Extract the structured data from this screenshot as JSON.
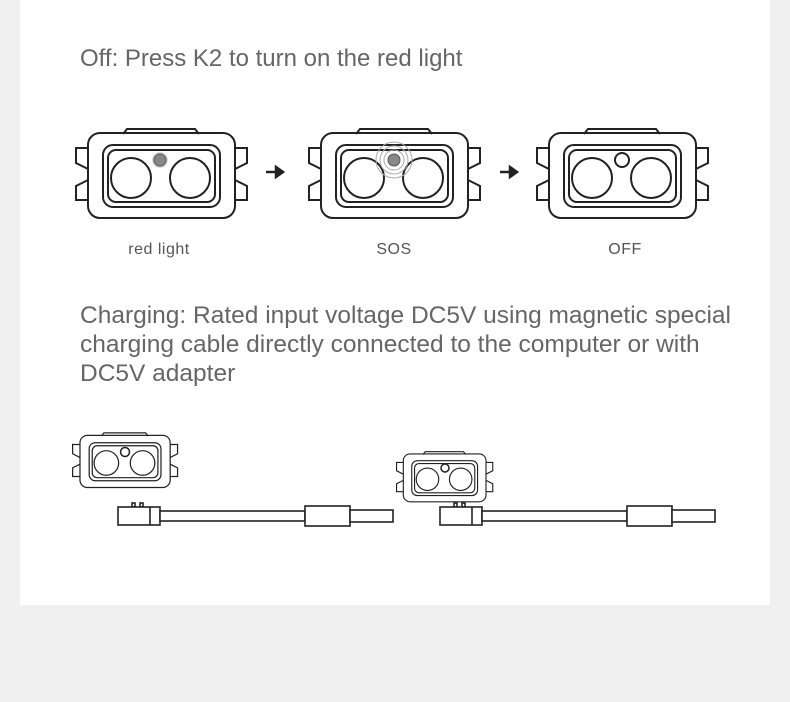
{
  "off_instruction": "Off: Press K2 to turn on the red light",
  "modes": [
    {
      "label": "red light"
    },
    {
      "label": "SOS"
    },
    {
      "label": "OFF"
    }
  ],
  "charging_instruction": "Charging: Rated input voltage DC5V using magnetic special charging cable directly connected to the computer or with DC5V adapter",
  "colors": {
    "background": "#f0f0f0",
    "panel": "#ffffff",
    "text": "#666666",
    "line": "#222222"
  }
}
